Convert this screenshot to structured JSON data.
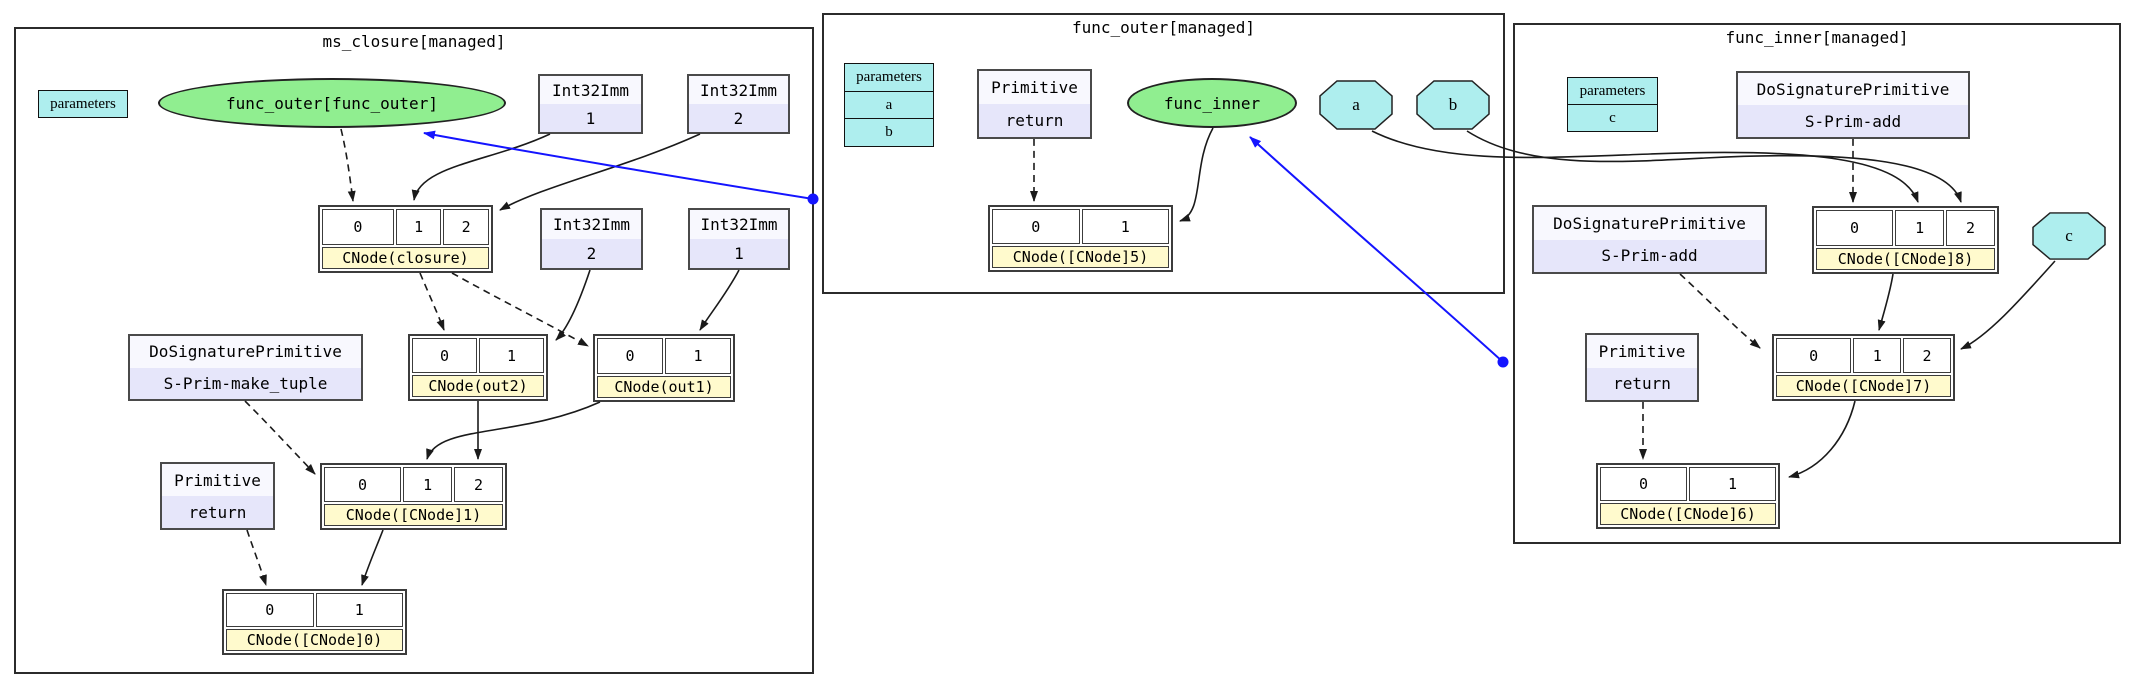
{
  "colors": {
    "ellipse_green": "#90ee90",
    "octagon_teal": "#aeeeee",
    "parameters_teal": "#aeeeee",
    "box_lavender": "#e6e6fa",
    "cnode_label_yellow": "#fffacd",
    "edge_blue": "#1414ff",
    "edge_black": "#1a1a1a"
  },
  "clusters": {
    "ms_closure": {
      "title": "ms_closure[managed]",
      "parameters_header": "parameters",
      "func_outer_label": "func_outer[func_outer]",
      "imm_top_1": {
        "type": "Int32Imm",
        "value": "1"
      },
      "imm_top_2": {
        "type": "Int32Imm",
        "value": "2"
      },
      "imm_mid_2": {
        "type": "Int32Imm",
        "value": "2"
      },
      "imm_mid_1": {
        "type": "Int32Imm",
        "value": "1"
      },
      "closure_table": {
        "cells": [
          "0",
          "1",
          "2"
        ],
        "label": "CNode(closure)"
      },
      "make_tuple_box": {
        "type": "DoSignaturePrimitive",
        "value": "S-Prim-make_tuple"
      },
      "out2_table": {
        "cells": [
          "0",
          "1"
        ],
        "label": "CNode(out2)"
      },
      "out1_table": {
        "cells": [
          "0",
          "1"
        ],
        "label": "CNode(out1)"
      },
      "return_box": {
        "type": "Primitive",
        "value": "return"
      },
      "cnode1_table": {
        "cells": [
          "0",
          "1",
          "2"
        ],
        "label": "CNode([CNode]1)"
      },
      "cnode0_table": {
        "cells": [
          "0",
          "1"
        ],
        "label": "CNode([CNode]0)"
      }
    },
    "func_outer": {
      "title": "func_outer[managed]",
      "parameters_table": {
        "header": "parameters",
        "rows": [
          "a",
          "b"
        ]
      },
      "return_box": {
        "type": "Primitive",
        "value": "return"
      },
      "func_inner_label": "func_inner",
      "octagon_a": "a",
      "octagon_b": "b",
      "cnode5_table": {
        "cells": [
          "0",
          "1"
        ],
        "label": "CNode([CNode]5)"
      }
    },
    "func_inner": {
      "title": "func_inner[managed]",
      "parameters_table": {
        "header": "parameters",
        "rows": [
          "c"
        ]
      },
      "add_top_box": {
        "type": "DoSignaturePrimitive",
        "value": "S-Prim-add"
      },
      "add_left_box": {
        "type": "DoSignaturePrimitive",
        "value": "S-Prim-add"
      },
      "cnode8_table": {
        "cells": [
          "0",
          "1",
          "2"
        ],
        "label": "CNode([CNode]8)"
      },
      "octagon_c": "c",
      "return_box": {
        "type": "Primitive",
        "value": "return"
      },
      "cnode7_table": {
        "cells": [
          "0",
          "1",
          "2"
        ],
        "label": "CNode([CNode]7)"
      },
      "cnode6_table": {
        "cells": [
          "0",
          "1"
        ],
        "label": "CNode([CNode]6)"
      }
    }
  }
}
